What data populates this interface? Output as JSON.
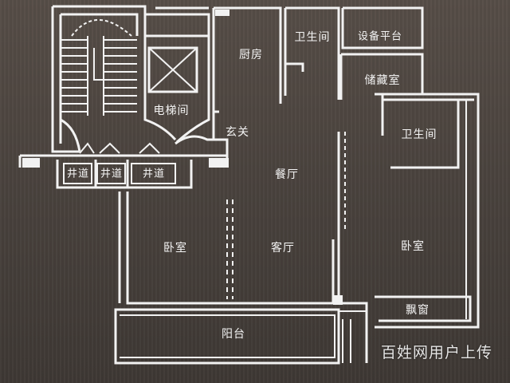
{
  "rooms": {
    "kitchen": "厨房",
    "bathroom_top": "卫生间",
    "equipment_platform": "设备平台",
    "storage": "储藏室",
    "elevator_hall": "电梯间",
    "foyer": "玄关",
    "bathroom_right": "卫生间",
    "shaft_1": "井道",
    "shaft_2": "井道",
    "shaft_3": "井道",
    "dining": "餐厅",
    "bedroom_left": "卧室",
    "living": "客厅",
    "bedroom_right": "卧室",
    "bay_window": "飘窗",
    "balcony": "阳台"
  },
  "watermark": "百姓网用户上传",
  "colors": {
    "board": "#4a433e",
    "lines": "#ffffff"
  }
}
